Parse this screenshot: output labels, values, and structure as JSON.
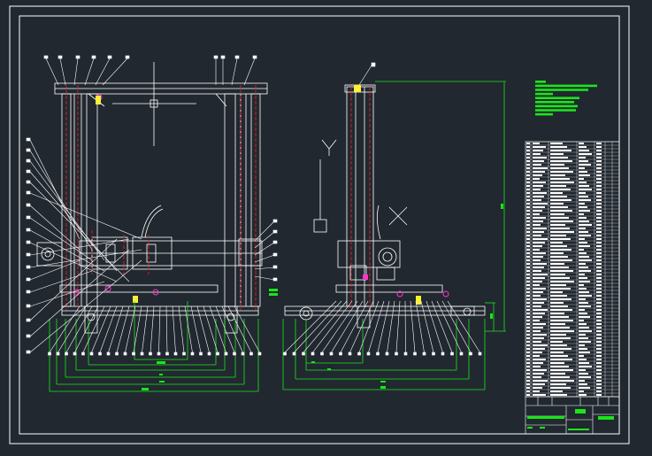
{
  "drawing": {
    "background": "#212830",
    "colors": {
      "line": "#ffffff",
      "dimension": "#19e619",
      "centerline": "#e02020",
      "accent_magenta": "#ff33cc",
      "accent_yellow": "#ffee33",
      "text_block": "#19e619"
    },
    "views": [
      "front-view",
      "side-view"
    ],
    "parts_table_rows": 72,
    "title_block_label": "",
    "notes": ""
  }
}
